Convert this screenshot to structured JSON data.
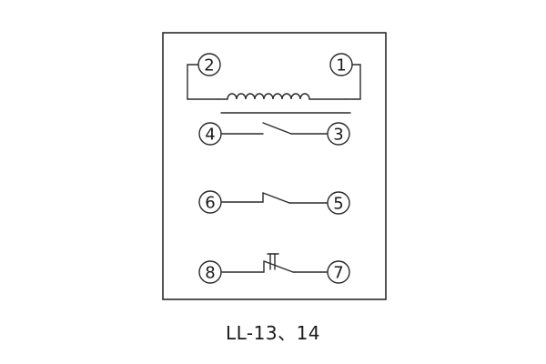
{
  "diagram": {
    "caption": "LL-13、14",
    "terminals": [
      {
        "id": "t1",
        "label": "1"
      },
      {
        "id": "t2",
        "label": "2"
      },
      {
        "id": "t3",
        "label": "3"
      },
      {
        "id": "t4",
        "label": "4"
      },
      {
        "id": "t5",
        "label": "5"
      },
      {
        "id": "t6",
        "label": "6"
      },
      {
        "id": "t7",
        "label": "7"
      },
      {
        "id": "t8",
        "label": "8"
      }
    ],
    "line_color": "#2a2a2a",
    "background": "#ffffff"
  }
}
